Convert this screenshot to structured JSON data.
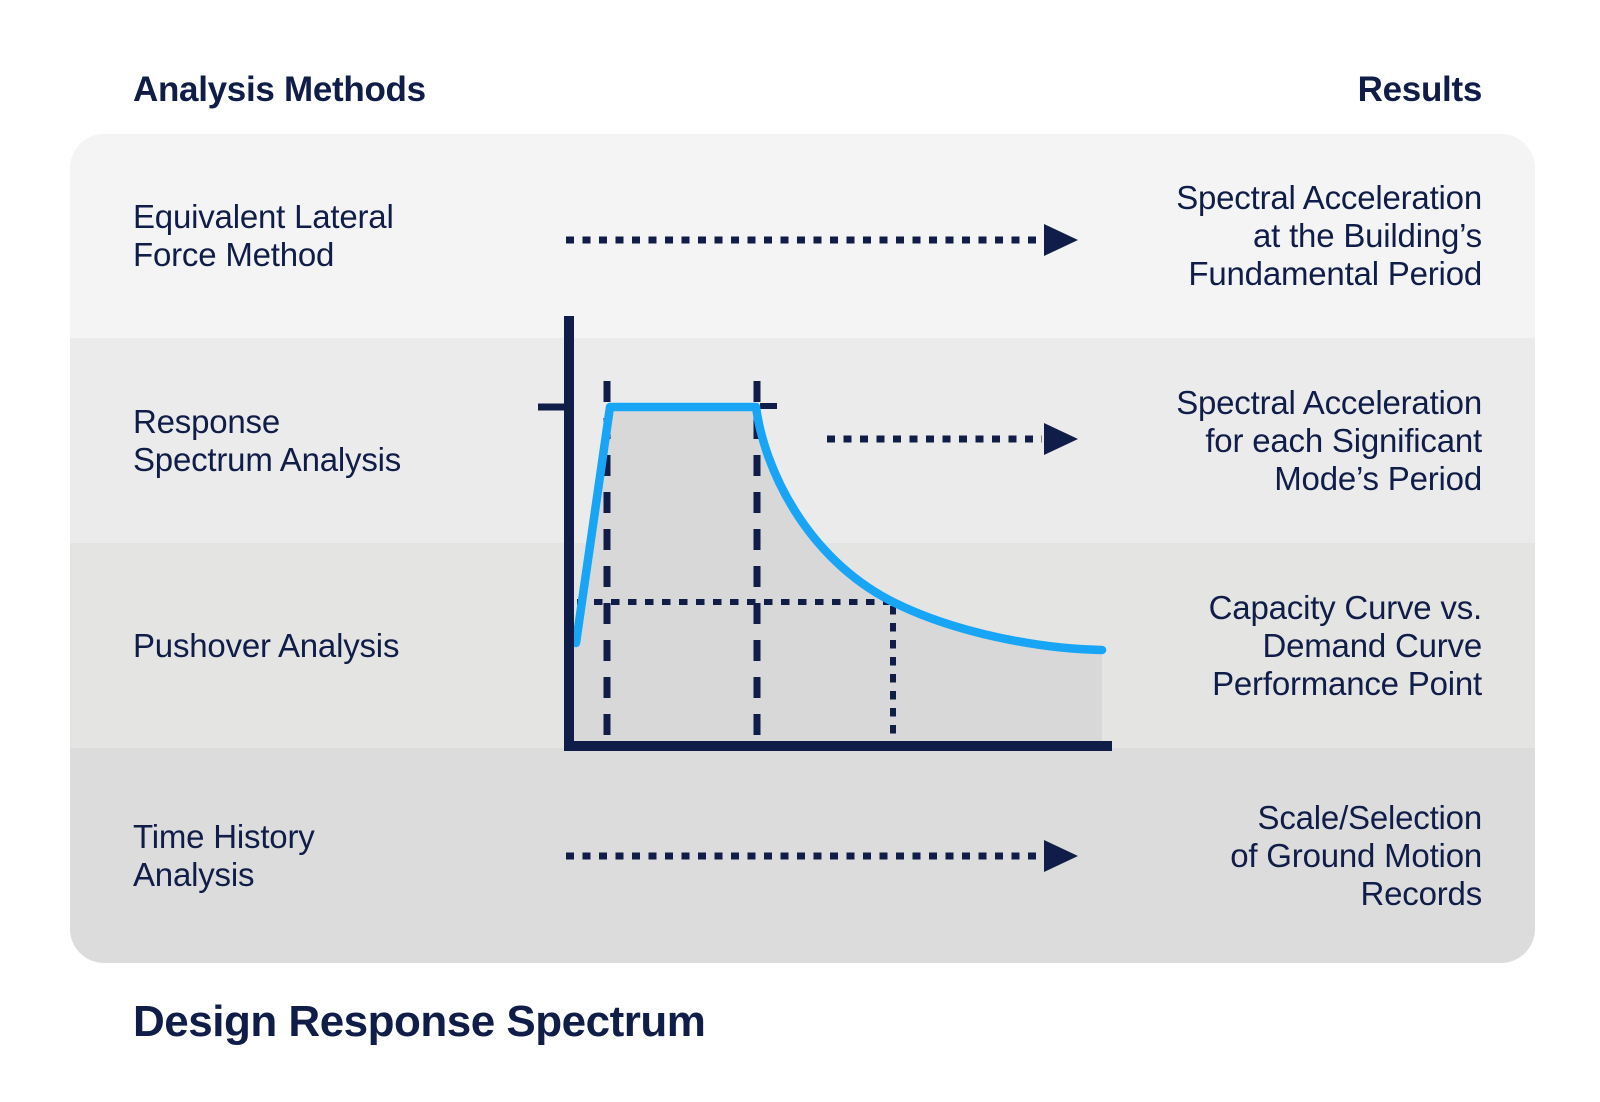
{
  "header": {
    "analysis_methods": "Analysis Methods",
    "results": "Results"
  },
  "rows": [
    {
      "method": "Equivalent Lateral\nForce Method",
      "result": "Spectral Acceleration\nat the Building’s\nFundamental Period",
      "arrow": "long-dashed-arrow"
    },
    {
      "method": "Response\nSpectrum Analysis",
      "result": "Spectral Acceleration\nfor each Significant\nMode’s Period",
      "arrow": "short-dashed-arrow"
    },
    {
      "method": "Pushover Analysis",
      "result": "Capacity Curve vs.\nDemand Curve\nPerformance Point",
      "arrow": "none"
    },
    {
      "method": "Time History\nAnalysis",
      "result": "Scale/Selection\nof Ground Motion\nRecords",
      "arrow": "long-dashed-arrow"
    }
  ],
  "footer": {
    "chart_title": "Design Response Spectrum"
  },
  "colors": {
    "navy": "#101D49",
    "accent_blue": "#18A5F5",
    "curve_fill": "#D8D8D8",
    "band_colors": [
      "#F4F4F4",
      "#EBEBEB",
      "#E4E4E3",
      "#DCDCDC"
    ],
    "background": "#FFFFFF"
  },
  "chart_data": {
    "type": "line",
    "title": "Design Response Spectrum",
    "xlabel": "",
    "ylabel": "",
    "axis_tick_labels": [],
    "description": "Qualitative spectrum curve: linear rise from the vertical axis to a flat plateau bounded by two dashed vertical period markers, then hyperbolic decay; a dotted horizontal and vertical guide mark one point on the descending branch; area under the curve shaded gray; no numeric values shown in the image"
  }
}
